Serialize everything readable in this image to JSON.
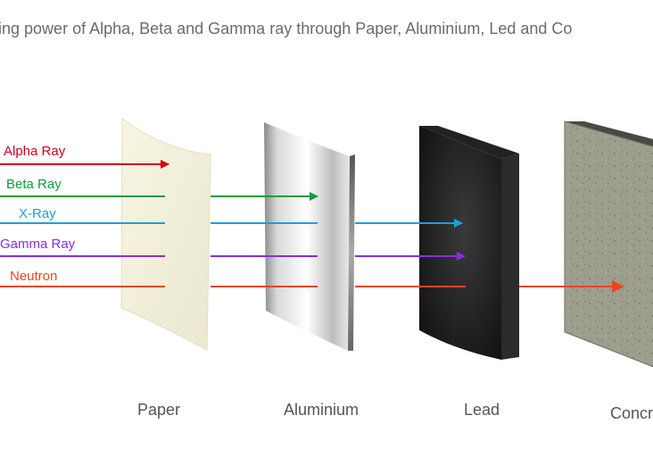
{
  "title": "etrating power of Alpha, Beta and Gamma ray through Paper, Aluminium, Led and Co",
  "rays": {
    "alpha": {
      "label": "Alpha Ray",
      "color": "#d0001b"
    },
    "beta": {
      "label": "Beta Ray",
      "color": "#0f9d43"
    },
    "xray": {
      "label": "X-Ray",
      "color": "#1aa0dc"
    },
    "gamma": {
      "label": "Gamma Ray",
      "color": "#8a2be2"
    },
    "neutron": {
      "label": "Neutron",
      "color": "#e8471f"
    }
  },
  "materials": {
    "paper": {
      "label": "Paper",
      "color": "#f4f1dc"
    },
    "aluminium": {
      "label": "Aluminium",
      "color": "#c9c9c9"
    },
    "lead": {
      "label": "Lead",
      "color": "#1a1a1a"
    },
    "concrete": {
      "label": "Concr",
      "color": "#9c9c8c"
    }
  }
}
